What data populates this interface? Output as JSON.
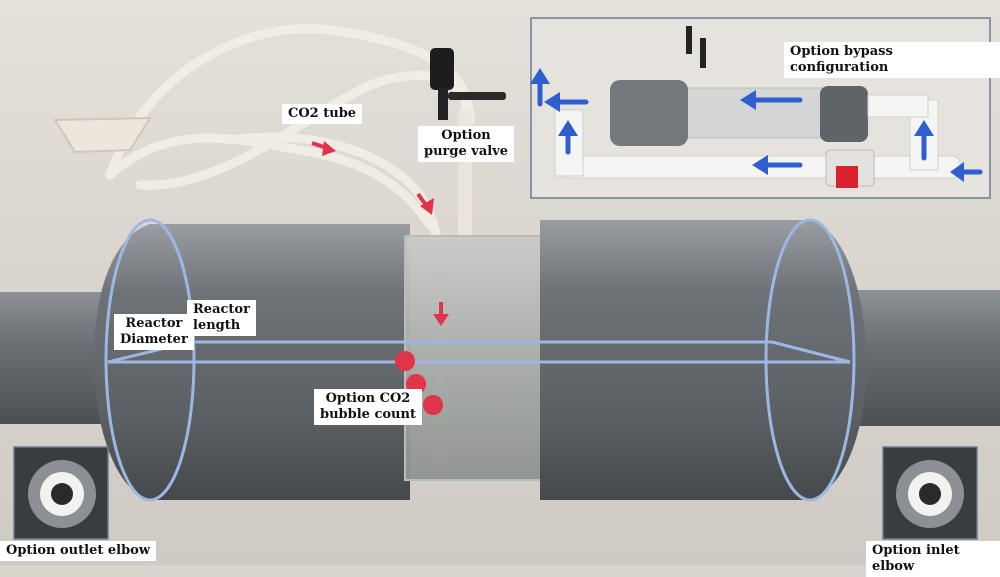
{
  "labels": {
    "co2_tube": "CO2 tube",
    "purge_valve_line1": "Option",
    "purge_valve_line2": "purge valve",
    "bypass": "Option bypass configuration",
    "reactor_diameter_line1": "Reactor",
    "reactor_diameter_line2": "Diameter",
    "reactor_length_line1": "Reactor",
    "reactor_length_line2": "length",
    "bubble_count_line1": "Option CO2",
    "bubble_count_line2": "bubble count",
    "outlet_elbow": "Option outlet elbow",
    "inlet_elbow": "Option inlet elbow"
  },
  "colors": {
    "annotation_outline": "#9db7e3",
    "flow_arrow_red": "#e0344a",
    "flow_arrow_blue": "#2f5fcf",
    "bubble_dot": "#e0344a",
    "pvc_gray": "#6f7478",
    "background_wall": "#ddd9d2"
  }
}
